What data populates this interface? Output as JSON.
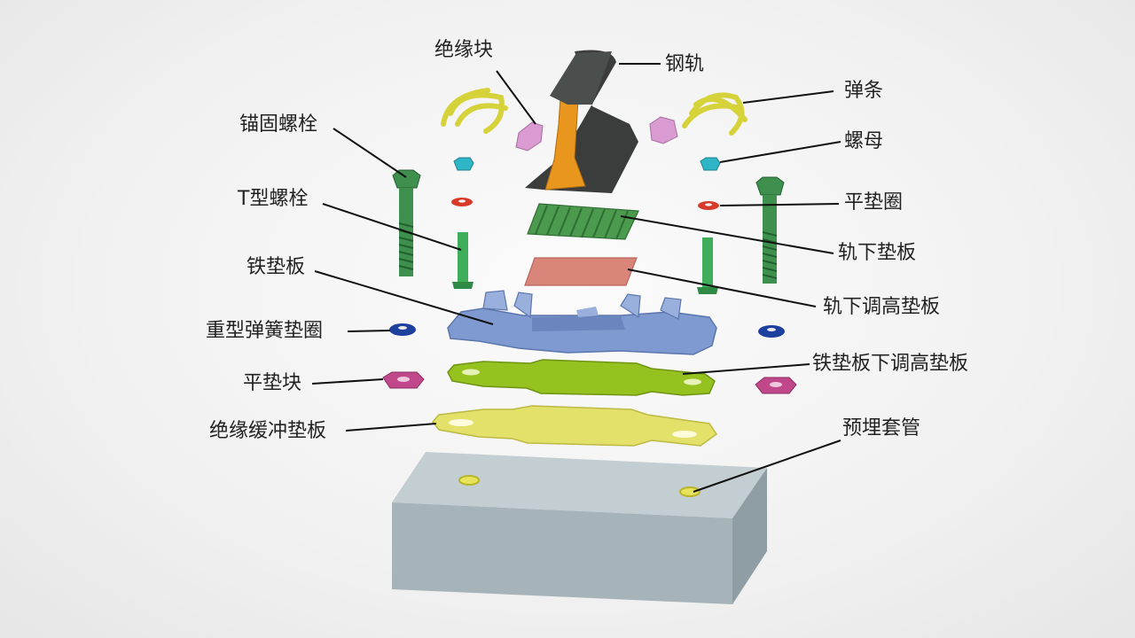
{
  "diagram": {
    "labels": {
      "insulator_block": "绝缘块",
      "rail": "钢轨",
      "elastic_clip": "弹条",
      "anchor_bolt": "锚固螺栓",
      "nut": "螺母",
      "t_bolt": "T型螺栓",
      "flat_washer": "平垫圈",
      "rail_pad": "轨下垫板",
      "iron_baseplate": "铁垫板",
      "rail_pad_shim": "轨下调高垫板",
      "heavy_spring_washer": "重型弹簧垫圈",
      "flat_block": "平垫块",
      "baseplate_shim": "铁垫板下调高垫板",
      "insulating_cushion_plate": "绝缘缓冲垫板",
      "embedded_sleeve": "预埋套管"
    },
    "colors": {
      "rail_dark": "#3a3d3c",
      "rail_web": "#e8961e",
      "clip": "#d6d23a",
      "insulator": "#d99bd2",
      "nut": "#2fb6c6",
      "washer_red": "#d83a2a",
      "bolt_green": "#3f8f4e",
      "pad_green": "#4c9a4e",
      "shim_pink": "#d9857a",
      "baseplate_blue": "#7f9ad0",
      "spring_washer": "#1d3f9e",
      "flat_block": "#c0478a",
      "green_shim": "#95c21f",
      "yellow_plate": "#e4e16a",
      "concrete": "#a9b7bd"
    }
  }
}
